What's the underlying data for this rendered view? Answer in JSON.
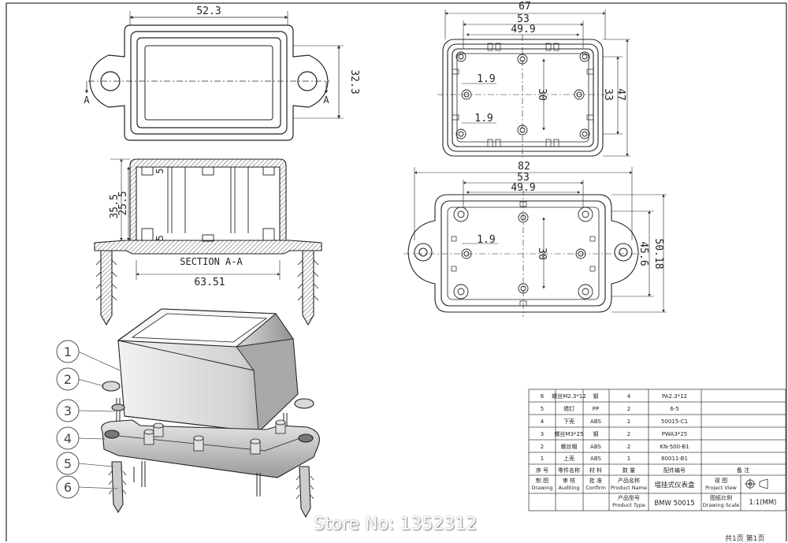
{
  "dimensions": {
    "top_view": {
      "width": "52.3",
      "height": "32.3",
      "section_marker": "A"
    },
    "section": {
      "height_outer": "35.5",
      "height_inner": "25.5",
      "wall": "5",
      "wall_bottom": "5",
      "label": "SECTION A-A",
      "width": "63.51"
    },
    "bottom_view_top": {
      "outer": "67",
      "mid": "53",
      "inner": "49.9",
      "offset_a": "1.9",
      "offset_b": "1.9",
      "hole_spacing": "30",
      "h_inner": "33",
      "h_outer": "47"
    },
    "bottom_view_flange": {
      "outer": "82",
      "mid": "53",
      "inner": "49.9",
      "offset": "1.9",
      "hole_spacing": "30",
      "h_inner": "45.6",
      "h_outer": "50.18"
    }
  },
  "balloons": [
    "1",
    "2",
    "3",
    "4",
    "5",
    "6"
  ],
  "bom": {
    "rows": [
      {
        "no": "6",
        "name": "螺丝M2.3*12",
        "material": "钢",
        "qty": "4",
        "part_no": "PA2.3*12",
        "note": ""
      },
      {
        "no": "5",
        "name": "墙钉",
        "material": "PP",
        "qty": "2",
        "part_no": "6-5",
        "note": ""
      },
      {
        "no": "4",
        "name": "下壳",
        "material": "ABS",
        "qty": "1",
        "part_no": "50015-C1",
        "note": ""
      },
      {
        "no": "3",
        "name": "螺丝M3*25",
        "material": "钢",
        "qty": "2",
        "part_no": "PWA3*25",
        "note": ""
      },
      {
        "no": "2",
        "name": "螺丝帽",
        "material": "ABS",
        "qty": "2",
        "part_no": "KN-500-B1",
        "note": ""
      },
      {
        "no": "1",
        "name": "上壳",
        "material": "ABS",
        "qty": "1",
        "part_no": "60011-B1",
        "note": ""
      }
    ],
    "headers": {
      "no": "序 号",
      "name": "零件名称",
      "material": "材 料",
      "qty": "数 量",
      "part_no": "配件编号",
      "note": "备 注"
    }
  },
  "title_block": {
    "drawing_cn": "制 图",
    "drawing_en": "Drawing",
    "auditing_cn": "审 核",
    "auditing_en": "Auditing",
    "confirm_cn": "批 准",
    "confirm_en": "Confirm",
    "product_name_cn": "产品名称",
    "product_name_en": "Product Name",
    "product_name_value": "墙挂式仪表盒",
    "view_cn": "视 图",
    "view_en": "Project View",
    "product_type_cn": "产品型号",
    "product_type_en": "Product Type",
    "product_type_value": "BMW 50015",
    "scale_cn": "图纸比例",
    "scale_en": "Drawing Scale",
    "scale_value": "1:1(MM)"
  },
  "watermark": "Store No: 1352312",
  "footer_fragment": "共1页 第1页"
}
